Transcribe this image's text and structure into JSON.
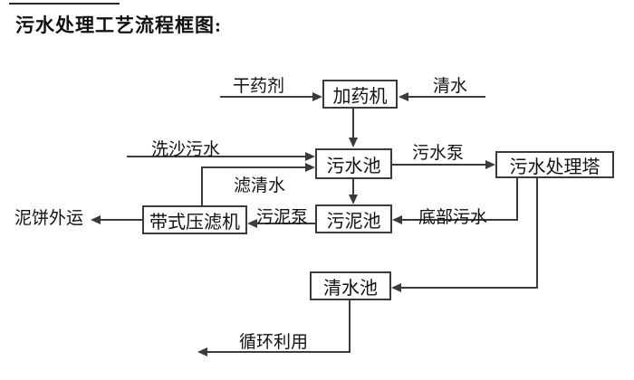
{
  "title": "污水处理工艺流程框图:",
  "diagram": {
    "type": "flowchart",
    "nodes": {
      "dosing_machine": "加药机",
      "sewage_pool": "污水池",
      "treatment_tower": "污水处理塔",
      "sludge_pool": "污泥池",
      "belt_filter_press": "带式压滤机",
      "clean_water_pool": "清水池"
    },
    "flow_labels": {
      "dry_agent": "干药剂",
      "clean_water": "清水",
      "sand_washing_sewage": "洗沙污水",
      "sewage_pump": "污水泵",
      "filtered_water": "滤清水",
      "mud_cake_out": "泥饼外运",
      "sludge_pump": "污泥泵",
      "bottom_sewage": "底部污水",
      "recycling": "循环利用"
    },
    "connections": [
      "干药剂 → 加药机",
      "清水 → 加药机",
      "加药机 → 污水池",
      "洗沙污水 → 污水池",
      "带式压滤机 →(滤清水)→ 污水池",
      "污水池 →(污水泵)→ 污水处理塔",
      "污水池 → 污泥池",
      "污水处理塔 →(底部污水)→ 污泥池",
      "污泥池 →(污泥泵)→ 带式压滤机",
      "带式压滤机 → 泥饼外运",
      "污水处理塔 → 清水池",
      "清水池 → 循环利用"
    ]
  },
  "colors": {
    "line": "#3b3b3b",
    "text": "#111111",
    "background": "#ffffff"
  }
}
